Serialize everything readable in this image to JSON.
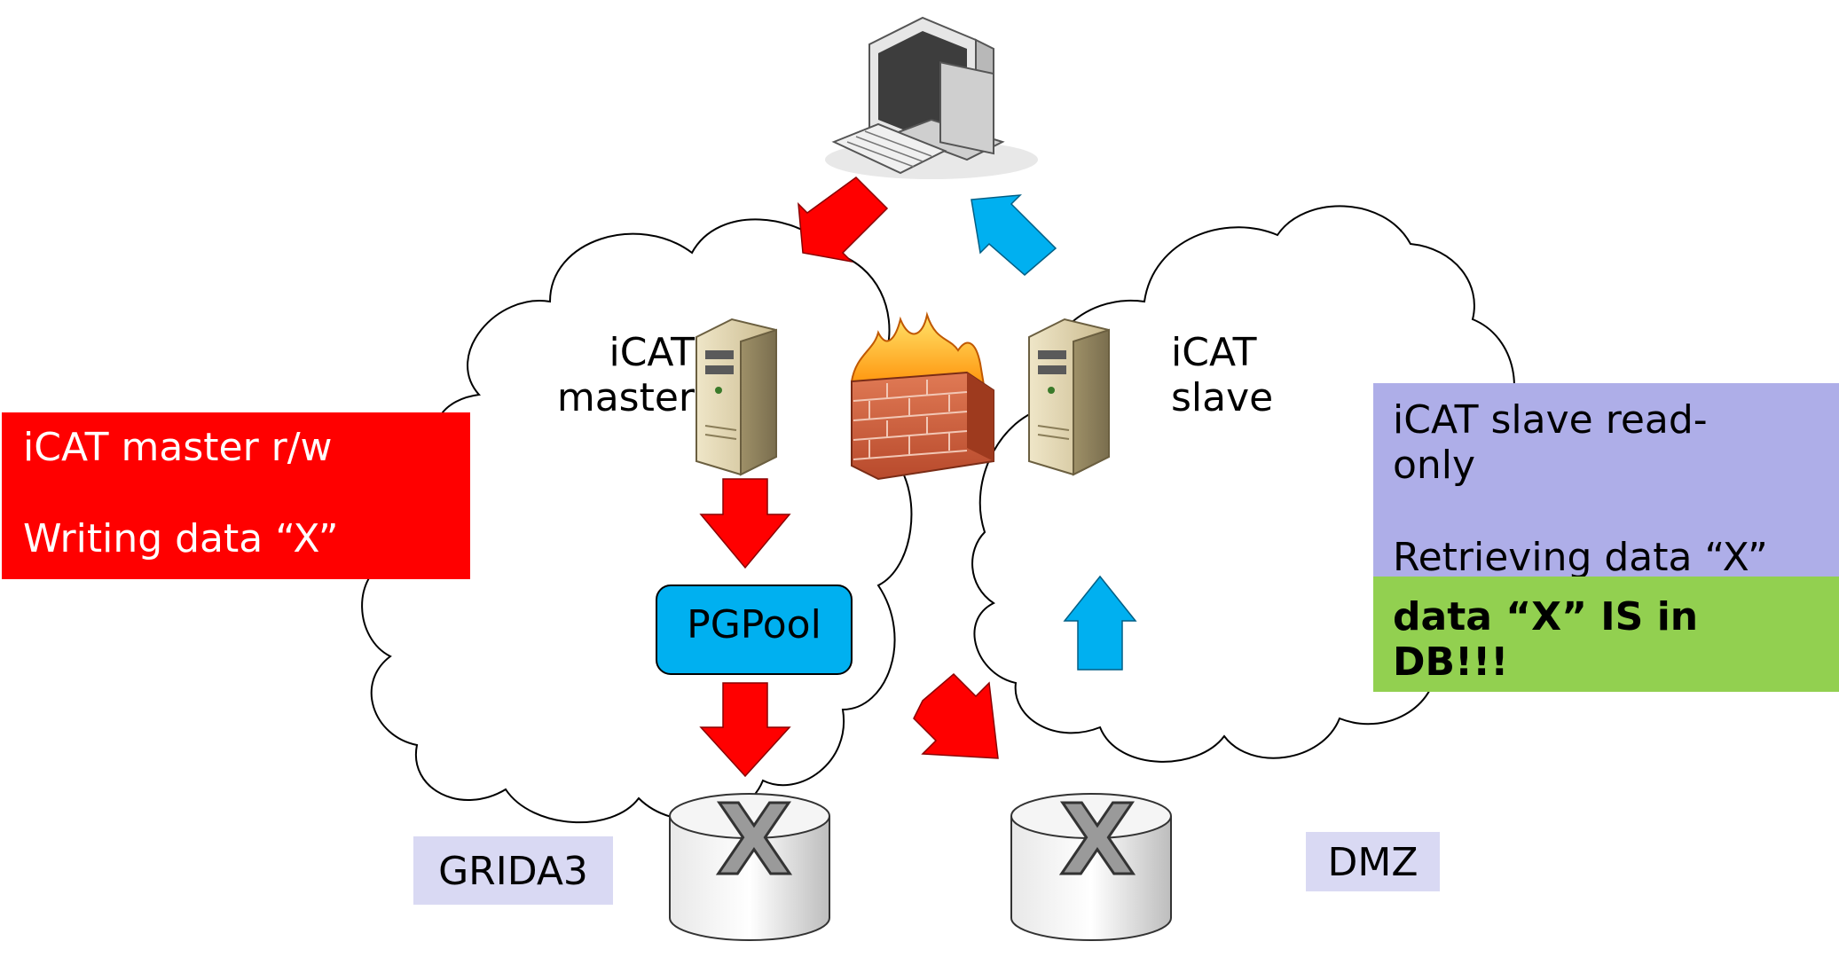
{
  "labels": {
    "icat_master": "iCAT\nmaster",
    "icat_slave": "iCAT\nslave",
    "pgpool": "PGPool",
    "grida3": "GRIDA3",
    "dmz": "DMZ",
    "db_left_glyph": "X",
    "db_right_glyph": "X"
  },
  "callouts": {
    "master_box": {
      "line1": "iCAT master r/w",
      "line2": "Writing data “X”"
    },
    "slave_box": {
      "line1": "iCAT slave read-\nonly",
      "line2": "Retrieving data “X”"
    },
    "status_box": {
      "text": "data “X” IS in\nDB!!!"
    }
  },
  "icons": [
    "computer-workstation-icon",
    "server-master-icon",
    "server-slave-icon",
    "firewall-icon",
    "database-left-icon",
    "database-right-icon",
    "cloud-grida3-icon",
    "cloud-dmz-icon"
  ],
  "colors": {
    "write_arrow": "#ff0000",
    "read_arrow": "#00b0f0",
    "master_box": "#ff0000",
    "slave_box": "#aeaee8",
    "status_box": "#92d050",
    "pgpool_fill": "#00b0f0",
    "tag_fill": "#d9d9f3"
  }
}
